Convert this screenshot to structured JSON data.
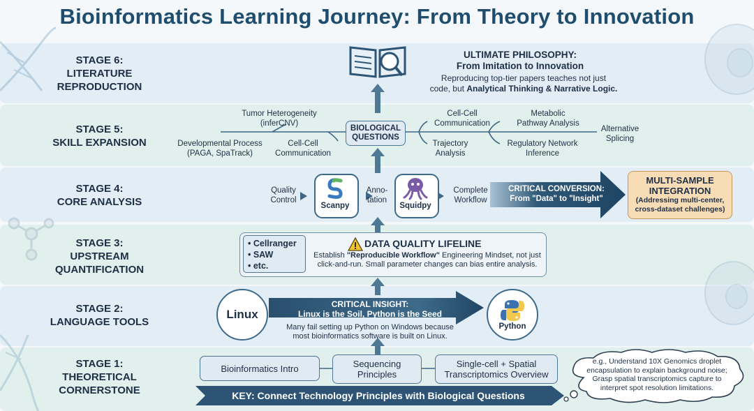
{
  "title": "Bioinformatics Learning Journey: From Theory to Innovation",
  "stages": {
    "s6": {
      "label_lines": [
        "STAGE 6:",
        "LITERATURE",
        "REPRODUCTION"
      ]
    },
    "s5": {
      "label_lines": [
        "STAGE 5:",
        "SKILL EXPANSION"
      ]
    },
    "s4": {
      "label_lines": [
        "STAGE 4:",
        "CORE ANALYSIS"
      ]
    },
    "s3": {
      "label_lines": [
        "STAGE 3:",
        "UPSTREAM",
        "QUANTIFICATION"
      ]
    },
    "s2": {
      "label_lines": [
        "STAGE 2:",
        "LANGUAGE TOOLS"
      ]
    },
    "s1": {
      "label_lines": [
        "STAGE 1:",
        "THEORETICAL",
        "CORNERSTONE"
      ]
    }
  },
  "stage6": {
    "heading1": "ULTIMATE PHILOSOPHY:",
    "heading2": "From Imitation to Innovation",
    "body1": "Reproducing top-tier papers teaches not just",
    "body2_plain": "code, but ",
    "body2_bold": "Analytical Thinking & Narrative Logic."
  },
  "stage5": {
    "center1": "BIOLOGICAL",
    "center2": "QUESTIONS",
    "tumor1": "Tumor Heterogeneity",
    "tumor2": "(inferCNV)",
    "dev1": "Developmental Process",
    "dev2": "(PAGA, SpaTrack)",
    "ccc_left1": "Cell-Cell",
    "ccc_left2": "Communication",
    "ccc_right1": "Cell-Cell",
    "ccc_right2": "Communication",
    "traj1": "Trajectory",
    "traj2": "Analysis",
    "meta1": "Metabolic",
    "meta2": "Pathway Analysis",
    "reg1": "Regulatory Network",
    "reg2": "Inference",
    "alt1": "Alternative",
    "alt2": "Splicing"
  },
  "stage4": {
    "qc1": "Quality",
    "qc2": "Control",
    "scanpy": "Scanpy",
    "anno1": "Anno-",
    "anno2": "tation",
    "squidpy": "Squidpy",
    "complete1": "Complete",
    "complete2": "Workflow",
    "conv1": "CRITICAL CONVERSION:",
    "conv2": "From \"Data\" to \"Insight\"",
    "multi1": "MULTI-SAMPLE",
    "multi2": "INTEGRATION",
    "multi3": "(Addressing multi-center,",
    "multi4": "cross-dataset challenges)"
  },
  "stage3": {
    "tools": [
      "• Cellranger",
      "• SAW",
      "• etc."
    ],
    "lifeline": "DATA QUALITY LIFELINE",
    "desc1_plain_a": "Establish ",
    "desc1_bold": "\"Reproducible Workflow\"",
    "desc1_plain_b": " Engineering Mindset, not just",
    "desc2": "click-and-run. Small parameter changes can bias entire analysis."
  },
  "stage2": {
    "linux": "Linux",
    "python": "Python",
    "insight1": "CRITICAL INSIGHT:",
    "insight2": "Linux is the Soil, Python is the Seed",
    "note1": "Many fail setting up Python on Windows because",
    "note2": "most bioinformatics software is built on Linux."
  },
  "stage1": {
    "intro": "Bioinformatics Intro",
    "seq1": "Sequencing",
    "seq2": "Principles",
    "sc1": "Single-cell + Spatial",
    "sc2": "Transcriptomics Overview",
    "key": "KEY: Connect Technology Principles with Biological Questions",
    "cloud1": "e.g., Understand 10X Genomics droplet",
    "cloud2": "encapsulation to explain background noise;",
    "cloud3": "Grasp spatial transcriptomics capture to",
    "cloud4": "interpret spot resolution limitations."
  },
  "colors": {
    "band_blue": "#e3edf5",
    "band_green": "#e1f0ec",
    "arrow_dark": "#2d5475",
    "accent_orange": "#f8dcb6",
    "box_fill": "#dfeaf3"
  },
  "icons": [
    "book-magnifier-icon",
    "scanpy-logo-icon",
    "squidpy-logo-icon",
    "warning-icon",
    "python-logo-icon",
    "dna-helix-icon",
    "molecule-icon",
    "cell-icon"
  ]
}
